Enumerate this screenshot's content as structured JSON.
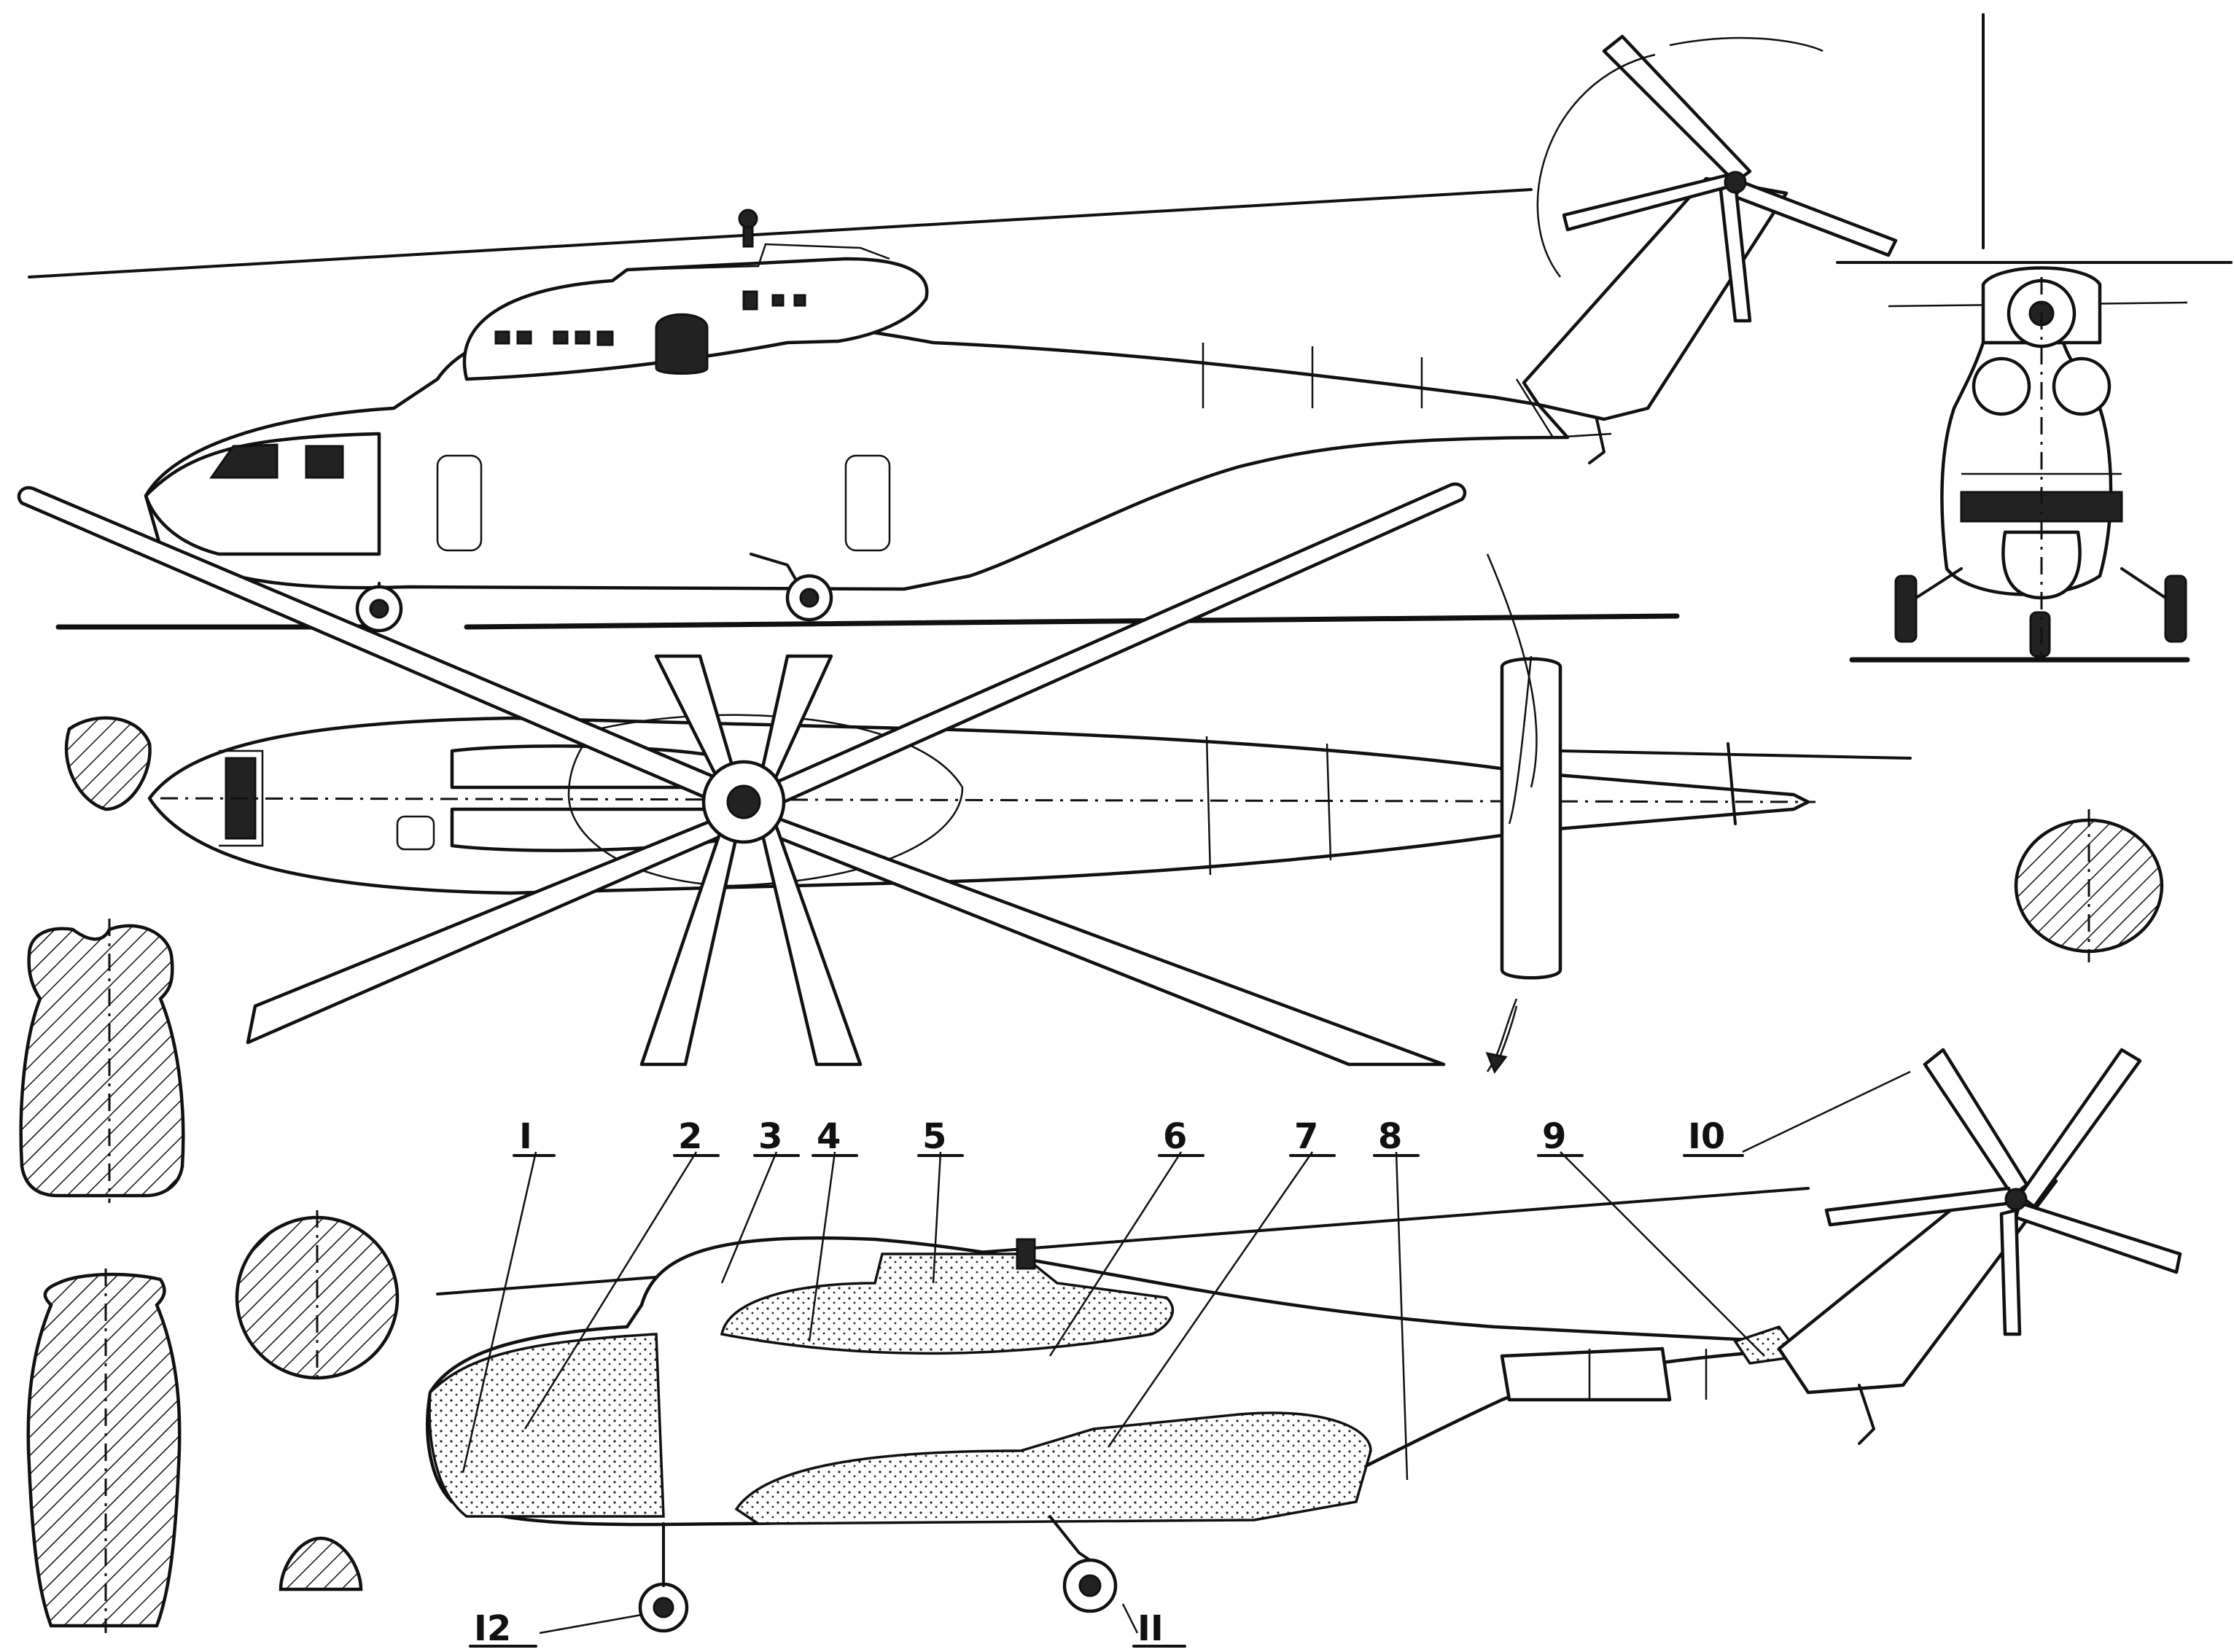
{
  "figure": {
    "callouts": [
      {
        "id": "1",
        "label": "I"
      },
      {
        "id": "2",
        "label": "2"
      },
      {
        "id": "3",
        "label": "3"
      },
      {
        "id": "4",
        "label": "4"
      },
      {
        "id": "5",
        "label": "5"
      },
      {
        "id": "6",
        "label": "6"
      },
      {
        "id": "7",
        "label": "7"
      },
      {
        "id": "8",
        "label": "8"
      },
      {
        "id": "9",
        "label": "9"
      },
      {
        "id": "10",
        "label": "I0"
      },
      {
        "id": "11",
        "label": "II"
      },
      {
        "id": "12",
        "label": "I2"
      }
    ]
  }
}
